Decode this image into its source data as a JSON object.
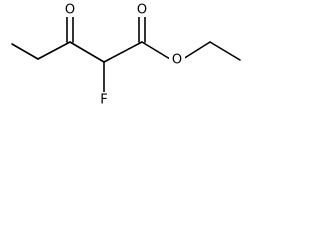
{
  "structure": {
    "atoms": {
      "ketone_oxygen": "O",
      "ester_carbonyl_oxygen": "O",
      "ester_oxygen": "O",
      "fluorine": "F"
    },
    "colors": {
      "bond": "#000000",
      "label": "#000000",
      "background": "#ffffff"
    }
  }
}
